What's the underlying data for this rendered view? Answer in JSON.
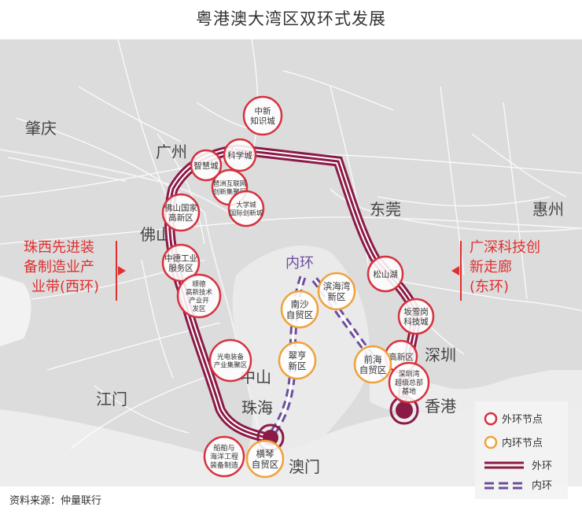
{
  "title": "粤港澳大湾区双环式发展",
  "source": "资料来源：仲量联行",
  "cities": {
    "zhaoqing": "肇庆",
    "guangzhou": "广州",
    "foshan": "佛山",
    "dongguan": "东莞",
    "huizhou": "惠州",
    "shenzhen": "深圳",
    "hongkong": "香港",
    "zhongshan": "中山",
    "zhuhai": "珠海",
    "macau": "澳门",
    "jiangmen": "江门"
  },
  "callouts": {
    "west": [
      "珠西先进装",
      "备制造业产",
      "业带(西环)"
    ],
    "east": [
      "广深科技创",
      "新走廊",
      "(东环)"
    ],
    "inner": "内环"
  },
  "outer_nodes": [
    {
      "id": "zhongxin",
      "lines": [
        "中新",
        "知识城"
      ]
    },
    {
      "id": "kexuecheng",
      "lines": [
        "科学城"
      ]
    },
    {
      "id": "zhihuicheng",
      "lines": [
        "智慧城"
      ]
    },
    {
      "id": "internet",
      "lines": [
        "琶洲互联网",
        "创新集聚区"
      ]
    },
    {
      "id": "daxuecheng",
      "lines": [
        "大学城",
        "国际创新城"
      ]
    },
    {
      "id": "foshan-gx",
      "lines": [
        "佛山国家",
        "高新区"
      ]
    },
    {
      "id": "zhongde",
      "lines": [
        "中德工业",
        "服务区"
      ]
    },
    {
      "id": "shunde",
      "lines": [
        "顺德",
        "高新技术",
        "产业开",
        "发区"
      ]
    },
    {
      "id": "guangdian",
      "lines": [
        "光电装备",
        "产业集聚区"
      ]
    },
    {
      "id": "chuanbo",
      "lines": [
        "船舶与",
        "海洋工程",
        "装备制造"
      ]
    },
    {
      "id": "songshanhu",
      "lines": [
        "松山湖"
      ]
    },
    {
      "id": "bangxuegang",
      "lines": [
        "坂雪岗",
        "科技城"
      ]
    },
    {
      "id": "sz-gx",
      "lines": [
        "高新区"
      ]
    },
    {
      "id": "sz-bay",
      "lines": [
        "深圳湾",
        "超级总部",
        "基地"
      ]
    }
  ],
  "inner_nodes": [
    {
      "id": "binhaiwan",
      "lines": [
        "滨海湾",
        "新区"
      ]
    },
    {
      "id": "nansha",
      "lines": [
        "南沙",
        "自贸区"
      ]
    },
    {
      "id": "cuiheng",
      "lines": [
        "翠亨",
        "新区"
      ]
    },
    {
      "id": "qianhai",
      "lines": [
        "前海",
        "自贸区"
      ]
    },
    {
      "id": "hengqin",
      "lines": [
        "横琴",
        "自贸区"
      ]
    }
  ],
  "legend": {
    "outer_node": "外环节点",
    "inner_node": "内环节点",
    "outer_ring": "外环",
    "inner_ring": "内环"
  },
  "colors": {
    "outer_ring": "#8b1a47",
    "inner_ring": "#6b4f9e",
    "outer_node_border": "#d6323f",
    "inner_node_border": "#f0a23a",
    "callout_text": "#e02f2f",
    "land": "#dedede",
    "water": "#eeeeee"
  }
}
